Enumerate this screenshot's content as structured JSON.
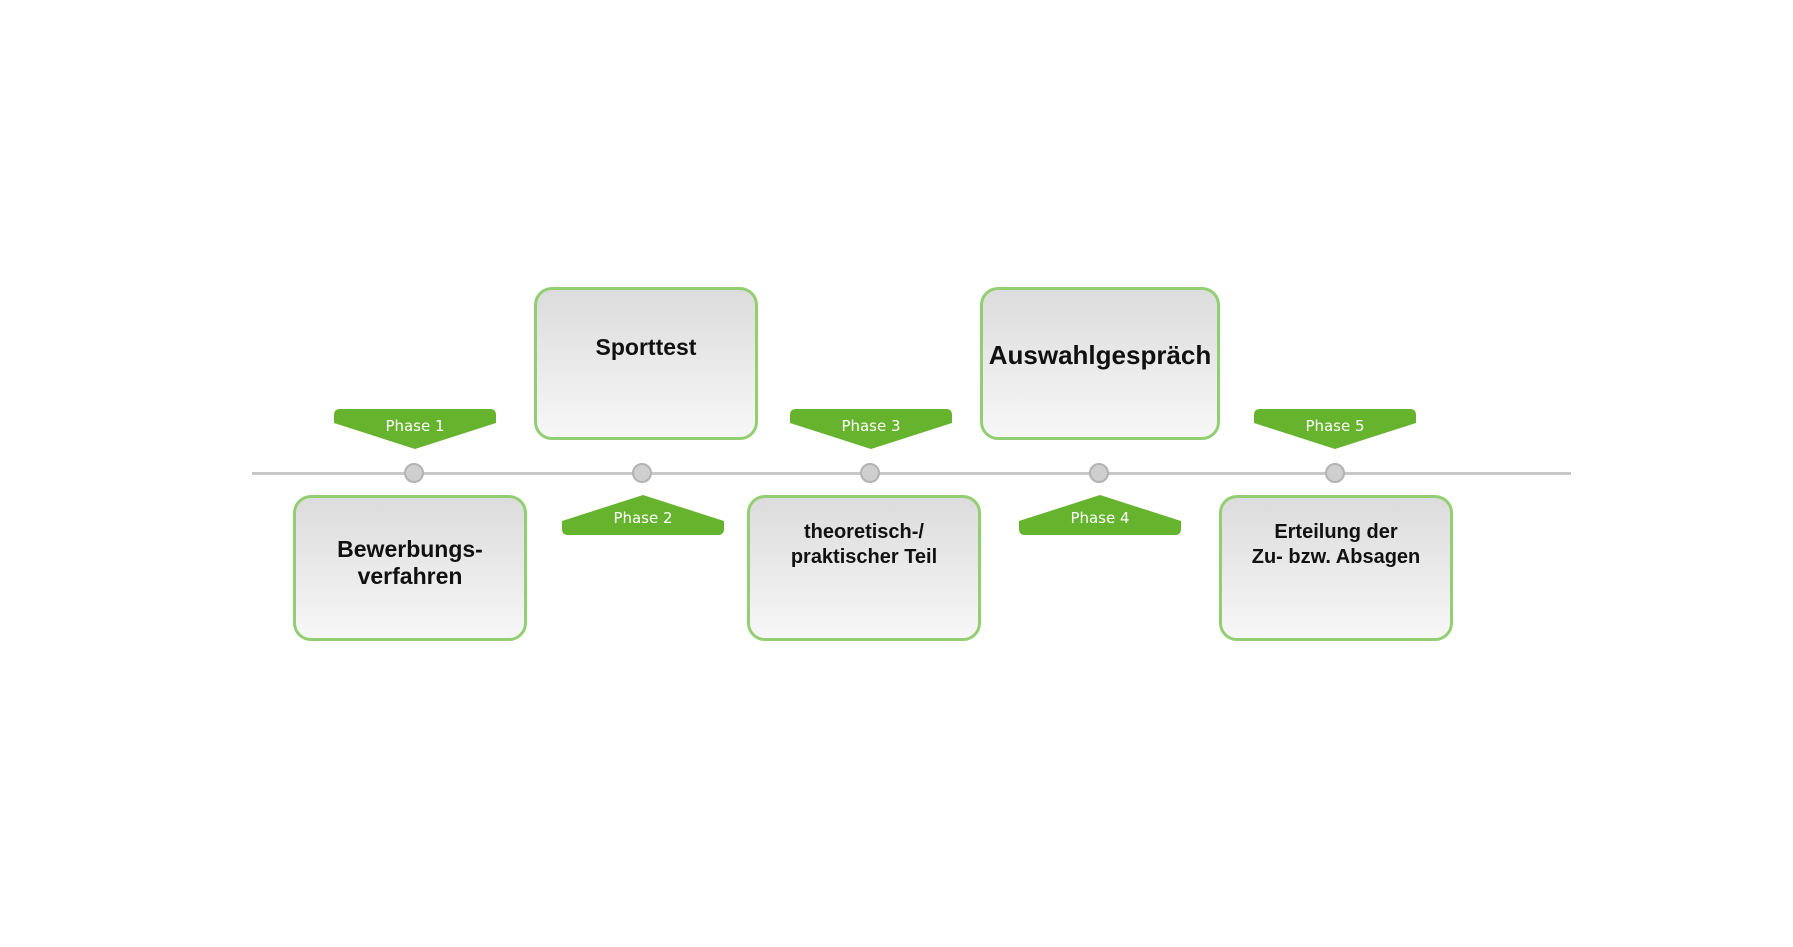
{
  "colors": {
    "accent_green": "#66b32e",
    "card_border": "#92cf72",
    "timeline_gray": "#c8c8c8",
    "node_gray": "#cfcfcf"
  },
  "phases": [
    {
      "label": "Phase 1",
      "title": "Bewerbungs-\nverfahren"
    },
    {
      "label": "Phase 2",
      "title": "Sporttest"
    },
    {
      "label": "Phase 3",
      "title": "theoretisch-/\npraktischer Teil"
    },
    {
      "label": "Phase 4",
      "title": "Auswahlgespräch"
    },
    {
      "label": "Phase 5",
      "title": "Erteilung der\nZu- bzw. Absagen"
    }
  ]
}
